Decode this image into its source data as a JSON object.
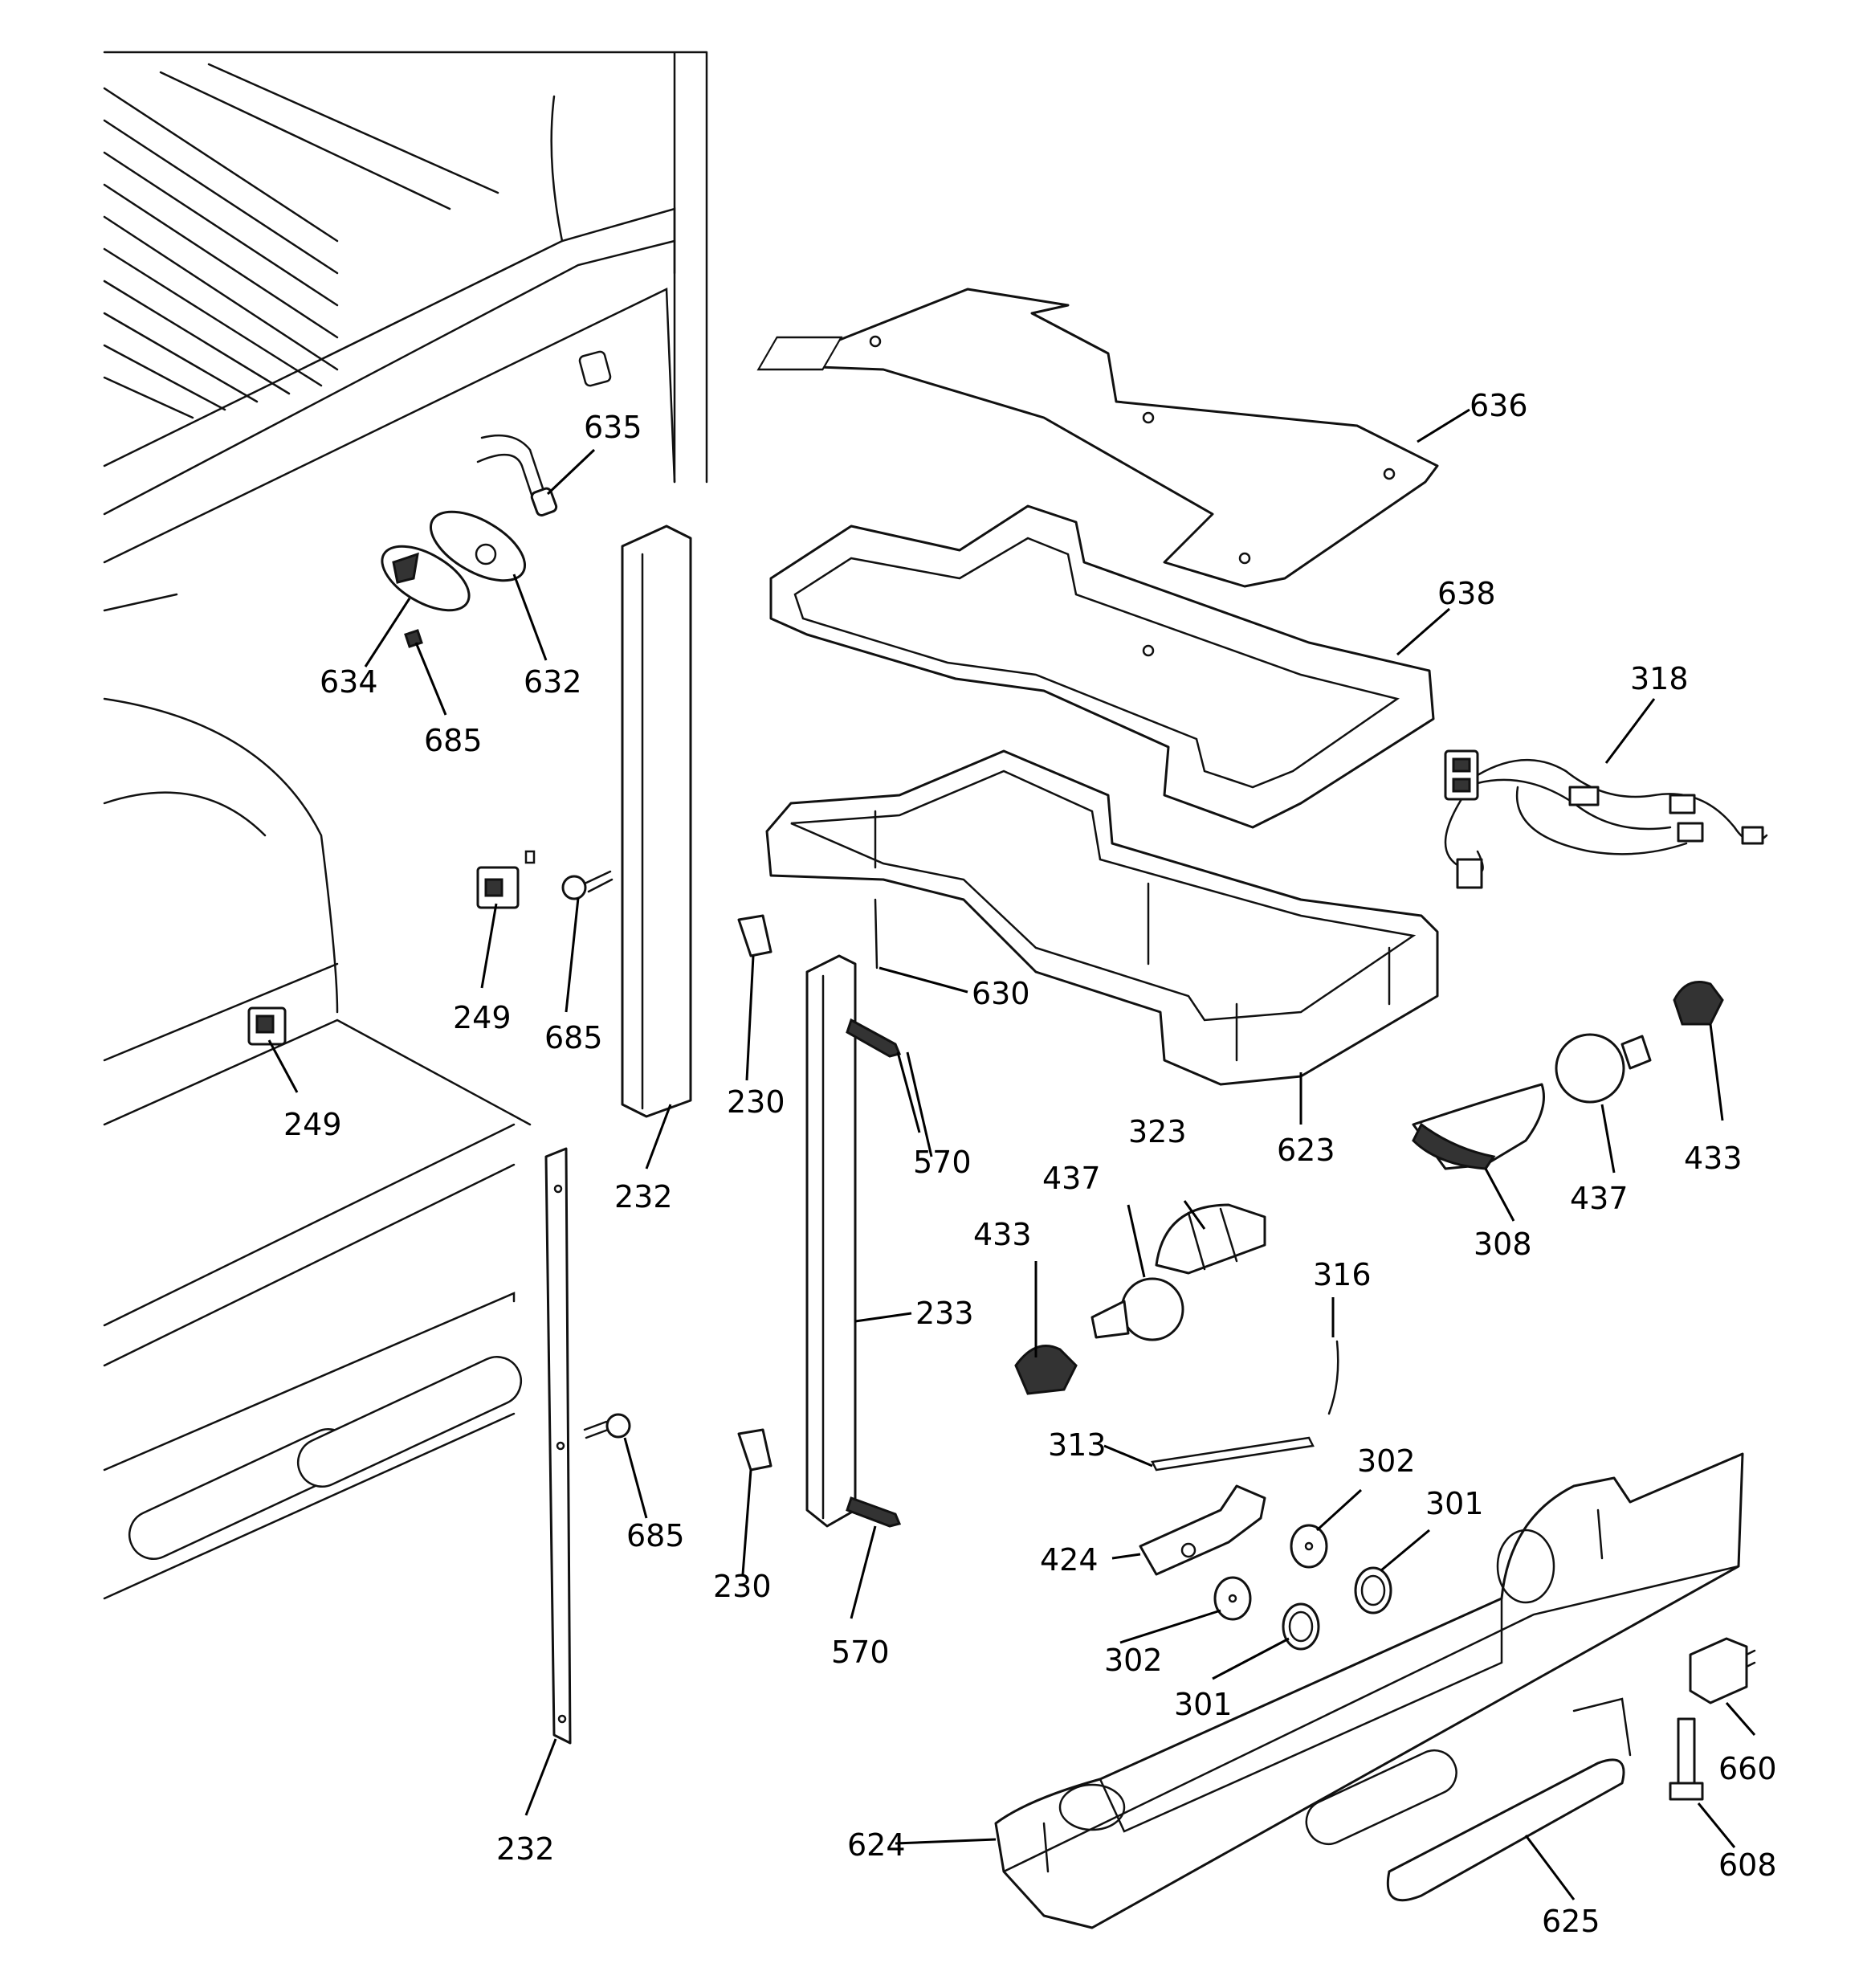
{
  "callouts": {
    "c636": "636",
    "c638": "638",
    "c318": "318",
    "c635": "635",
    "c634": "634",
    "c632": "632",
    "c685a": "685",
    "c685b": "685",
    "c685c": "685",
    "c249a": "249",
    "c249b": "249",
    "c232a": "232",
    "c232b": "232",
    "c230a": "230",
    "c230b": "230",
    "c630": "630",
    "c570a": "570",
    "c570b": "570",
    "c233": "233",
    "c623": "623",
    "c323": "323",
    "c437a": "437",
    "c437b": "437",
    "c433a": "433",
    "c433b": "433",
    "c308": "308",
    "c316": "316",
    "c313": "313",
    "c302a": "302",
    "c302b": "302",
    "c301a": "301",
    "c301b": "301",
    "c424": "424",
    "c624": "624",
    "c625": "625",
    "c660": "660",
    "c608": "608"
  }
}
